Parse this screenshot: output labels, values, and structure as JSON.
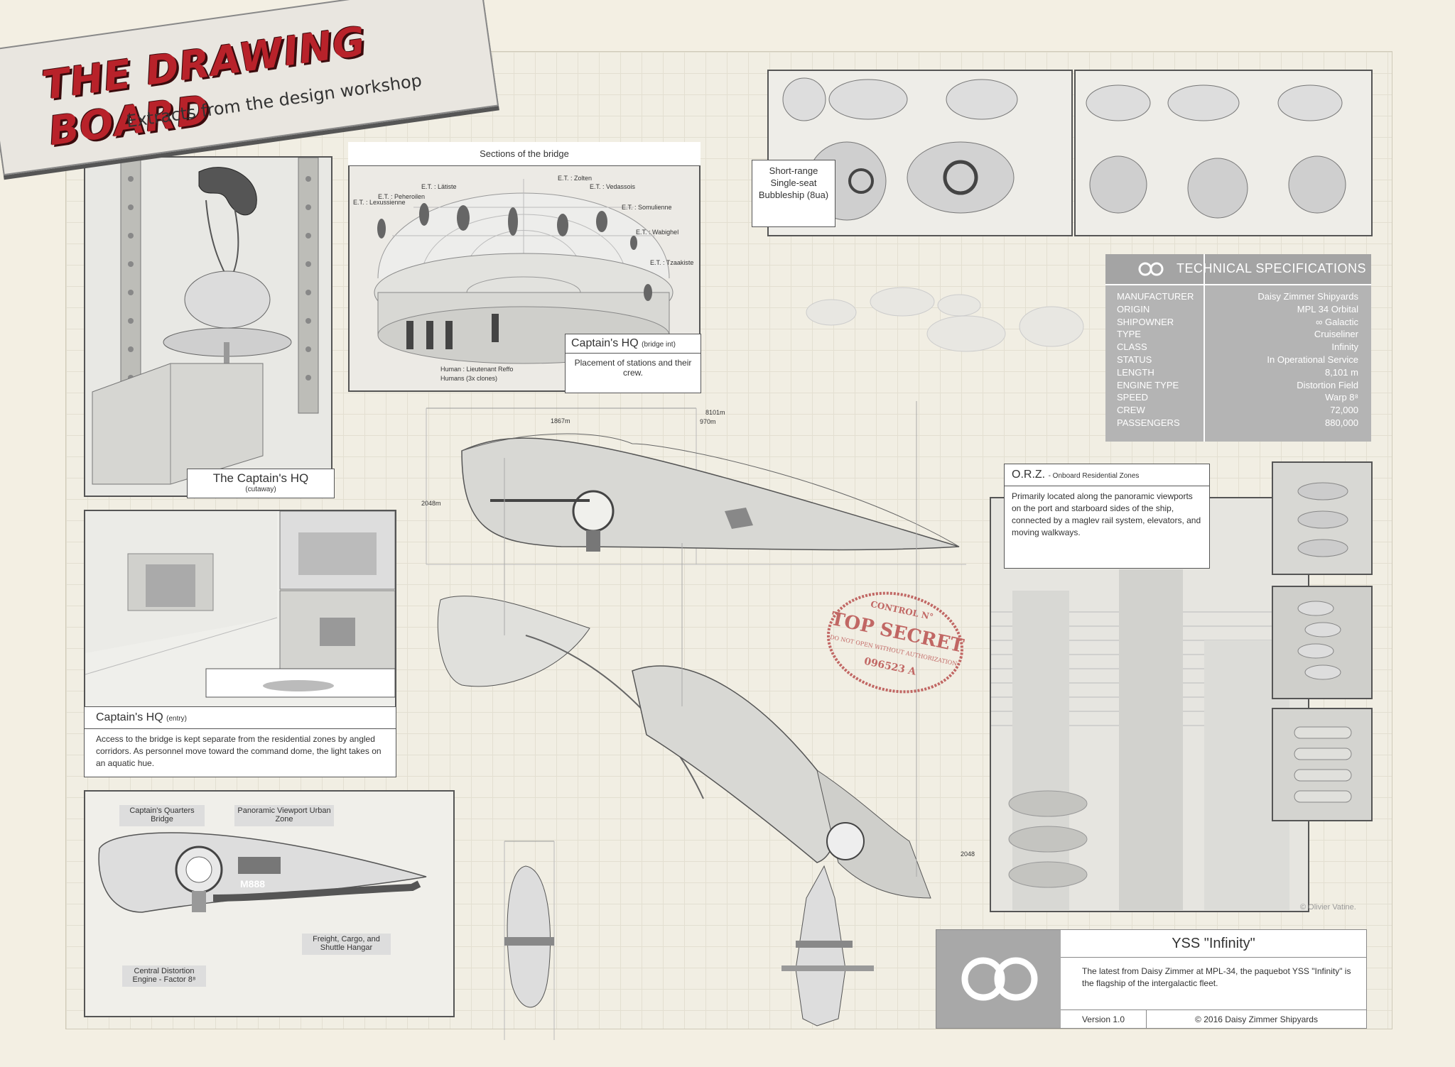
{
  "header": {
    "title": "THE DRAWING BOARD",
    "subtitle": "Extracts from the design workshop"
  },
  "bridge": {
    "sections_title": "Sections of the bridge",
    "labels": [
      "E.T. : Lätiste",
      "E.T. : Peheroilen",
      "E.T. : Lexussienne",
      "E.T. : Zolten",
      "E.T. : Vedassois",
      "E.T. : Somulienne",
      "E.T. : Wabighel",
      "E.T. : Tzaakiste",
      "Human : Lieutenant Reffo",
      "Humans (3x clones)"
    ],
    "caption_title": "Captain's HQ",
    "caption_sub": "(bridge int)",
    "caption_desc": "Placement of stations and their crew."
  },
  "cutaway": {
    "title": "The Captain's HQ",
    "sub": "(cutaway)"
  },
  "entry": {
    "title": "Captain's HQ",
    "sub": "(entry)",
    "desc": "Access to the bridge is kept separate from the residential zones by angled corridors. As personnel move toward the command dome, the light takes on an aquatic hue."
  },
  "bubbleship": {
    "label": "Short-range Single-seat Bubbleship (8ua)"
  },
  "specs": {
    "heading": "TECHNICAL SPECIFICATIONS",
    "rows": [
      {
        "k": "MANUFACTURER",
        "v": "Daisy Zimmer Shipyards"
      },
      {
        "k": "ORIGIN",
        "v": "MPL 34 Orbital"
      },
      {
        "k": "SHIPOWNER",
        "v": "∞ Galactic"
      },
      {
        "k": "TYPE",
        "v": "Cruiseliner"
      },
      {
        "k": "CLASS",
        "v": "Infinity"
      },
      {
        "k": "STATUS",
        "v": "In Operational Service"
      },
      {
        "k": "LENGTH",
        "v": "8,101 m"
      },
      {
        "k": "ENGINE TYPE",
        "v": "Distortion Field"
      },
      {
        "k": "SPEED",
        "v": "Warp 8⁸"
      },
      {
        "k": "CREW",
        "v": "72,000"
      },
      {
        "k": "PASSENGERS",
        "v": "880,000"
      }
    ]
  },
  "orz": {
    "title": "O.R.Z.",
    "sub": "- Onboard Residential Zones",
    "desc": "Primarily located along the panoramic viewports on the port and starboard sides of the ship, connected by a maglev rail system, elevators, and moving walkways."
  },
  "ship_labels": {
    "captains_quarters": "Captain's Quarters Bridge",
    "panoramic": "Panoramic Viewport Urban Zone",
    "freight": "Freight, Cargo, and Shuttle Hangar",
    "engine": "Central Distortion Engine - Factor 8⁸",
    "hull_mark": "M888"
  },
  "dimensions": {
    "total": "8101m",
    "d1": "1867m",
    "d2": "970m",
    "height": "2048m",
    "h2": "2048"
  },
  "stamp": {
    "control": "CONTROL N°",
    "main": "TOP SECRET",
    "warning": "DO NOT OPEN WITHOUT AUTHORIZATION",
    "number": "096523 A"
  },
  "footer": {
    "name": "YSS \"Infinity\"",
    "desc": "The latest from Daisy Zimmer at MPL-34, the paquebot YSS \"Infinity\" is the flagship of the intergalactic fleet.",
    "version": "Version 1.0",
    "copyright": "© 2016 Daisy Zimmer Shipyards",
    "credit": "© Olivier Vatine."
  },
  "colors": {
    "title_red": "#b8222a",
    "stamp_red": "#b23a3a",
    "spec_grey": "#b4b4b4"
  }
}
